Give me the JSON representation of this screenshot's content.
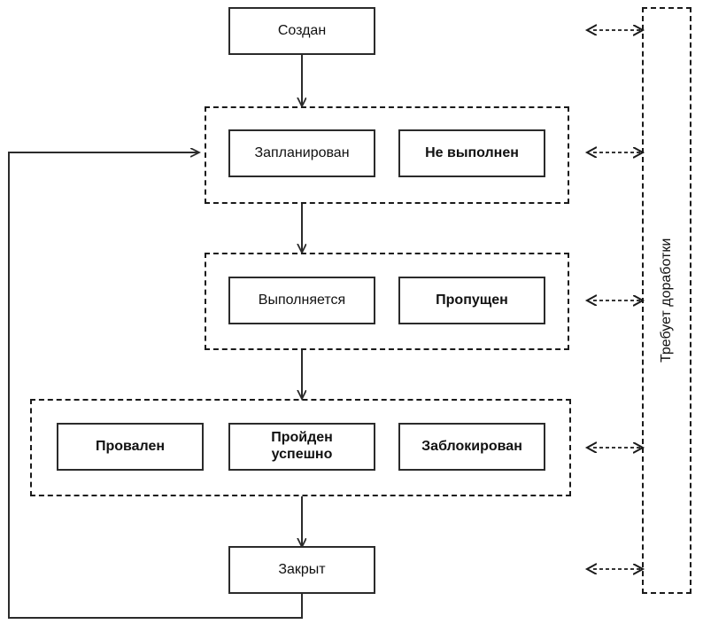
{
  "diagram": {
    "title_text": "",
    "colors": {
      "stroke": "#2b2b2b",
      "dashed_stroke": "#1a1a1a",
      "background": "#ffffff",
      "text": "#111111"
    },
    "nodes": {
      "created": {
        "label": "Создан",
        "bold": false
      },
      "planned": {
        "label": "Запланирован",
        "bold": false
      },
      "not_executed": {
        "label": "Не выполнен",
        "bold": true
      },
      "in_progress": {
        "label": "Выполняется",
        "bold": false
      },
      "skipped": {
        "label": "Пропущен",
        "bold": true
      },
      "failed": {
        "label": "Провален",
        "bold": true
      },
      "passed_line1": "Пройден",
      "passed_line2": "успешно",
      "blocked": {
        "label": "Заблокирован",
        "bold": true
      },
      "closed": {
        "label": "Закрыт",
        "bold": false
      }
    },
    "groups": {
      "group_one_name": "planned-group",
      "group_two_name": "in-progress-group",
      "group_three_name": "result-group"
    },
    "rework": {
      "label": "Требует доработки"
    }
  }
}
